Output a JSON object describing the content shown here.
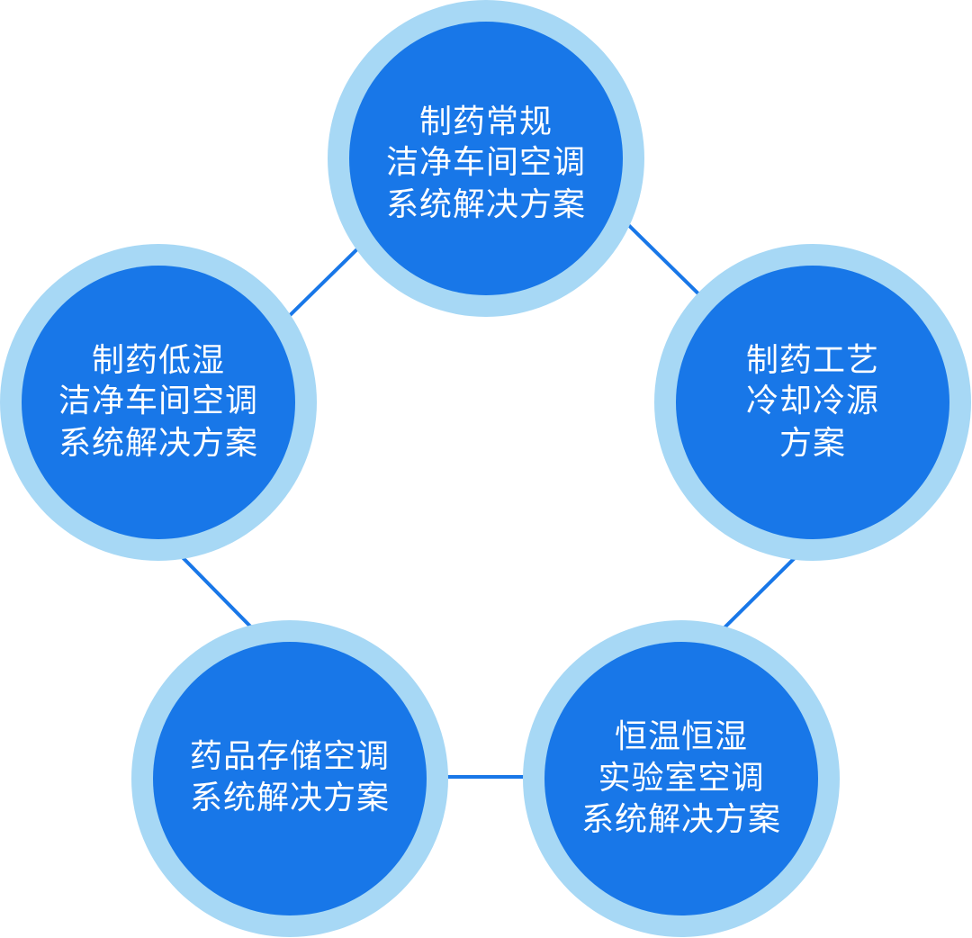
{
  "colors": {
    "ring": "#a7d8f5",
    "core": "#1877e8",
    "link": "#1877e8",
    "text": "#ffffff"
  },
  "nodes": [
    {
      "id": "top",
      "lines": [
        "制药常规",
        "洁净车间空调",
        "系统解决方案"
      ]
    },
    {
      "id": "right",
      "lines": [
        "制药工艺",
        "冷却冷源",
        "方案"
      ]
    },
    {
      "id": "bottom-right",
      "lines": [
        "恒温恒湿",
        "实验室空调",
        "系统解决方案"
      ]
    },
    {
      "id": "bottom-left",
      "lines": [
        "药品存储空调",
        "系统解决方案"
      ]
    },
    {
      "id": "left",
      "lines": [
        "制药低湿",
        "洁净车间空调",
        "系统解决方案"
      ]
    }
  ]
}
